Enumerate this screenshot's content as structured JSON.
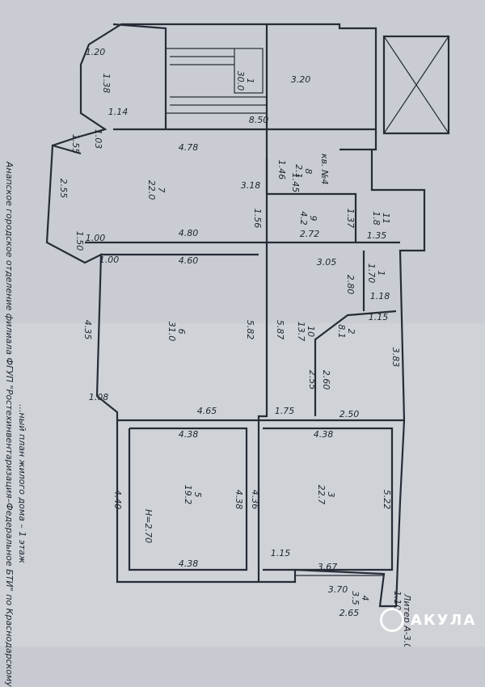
{
  "header": {
    "line1": "Анапское городское отделение филиала ФГУП \"Ростехинвентаризация–Федеральное БТИ\" по Краснодарскому",
    "line2": "...ный план жилого дома – 1 этаж"
  },
  "apartment_label": "кв. №4",
  "height_label": "H=2.70",
  "liter_label": "Литер А-3.0",
  "watermark": "АКУЛА",
  "rooms": [
    {
      "number": "1",
      "area": "30.0"
    },
    {
      "number": "7",
      "area": "22.0"
    },
    {
      "number": "8",
      "area": "2.1"
    },
    {
      "number": "9",
      "area": "4.2"
    },
    {
      "number": "11",
      "area": "1.8"
    },
    {
      "number": "6",
      "area": "31.0"
    },
    {
      "number": "10",
      "area": "13.7"
    },
    {
      "number": "1",
      "area": "1.70"
    },
    {
      "number": "2",
      "area": "8.1"
    },
    {
      "number": "5",
      "area": "19.2"
    },
    {
      "number": "3",
      "area": "22.7"
    },
    {
      "number": "4",
      "area": "3.5"
    }
  ],
  "dimensions": [
    "1.20",
    "1.38",
    "1.14",
    "8.50",
    "3.20",
    "1.03",
    "1.55",
    "4.78",
    "2.55",
    "3.18",
    "1.50",
    "1.00",
    "4.80",
    "1.45",
    "1.46",
    "1.56",
    "2.72",
    "1.37",
    "1.35",
    "1.00",
    "4.60",
    "3.05",
    "2.80",
    "1.18",
    "1.15",
    "4.35",
    "5.82",
    "5.87",
    "3.83",
    "2.60",
    "2.55",
    "1.08",
    "4.65",
    "1.75",
    "2.50",
    "4.38",
    "4.38",
    "4.40",
    "4.38",
    "4.36",
    "5.22",
    "4.38",
    "1.15",
    "3.67",
    "3.70",
    "2.65",
    "1.10"
  ]
}
